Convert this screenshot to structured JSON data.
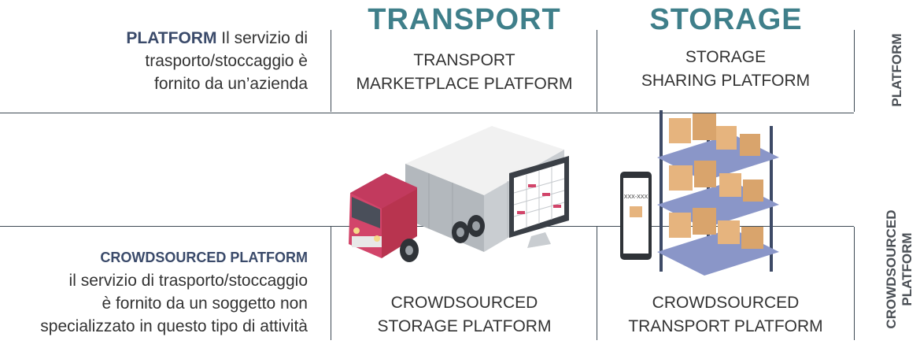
{
  "columns": {
    "transport_title": "TRANSPORT",
    "storage_title": "STORAGE"
  },
  "top_row": {
    "left_heading": "PLATFORM",
    "left_line1": "Il servizio di",
    "left_line2": "trasporto/stoccaggio è",
    "left_line3": "fornito da un’azienda",
    "transport_cell_line1": "TRANSPORT",
    "transport_cell_line2": "MARKETPLACE PLATFORM",
    "storage_cell_line1": "STORAGE",
    "storage_cell_line2": "SHARING PLATFORM",
    "row_label": "PLATFORM"
  },
  "bottom_row": {
    "left_heading": "CROWDSOURCED PLATFORM",
    "left_line1": "il servizio di trasporto/stoccaggio",
    "left_line2": "è fornito da un soggetto non",
    "left_line3": "specializzato in questo tipo di attività",
    "transport_cell_line1": "CROWDSOURCED",
    "transport_cell_line2": "STORAGE PLATFORM",
    "storage_cell_line1": "CROWDSOURCED",
    "storage_cell_line2": "TRANSPORT PLATFORM",
    "row_label_line1": "CROWDSOURCED",
    "row_label_line2": "PLATFORM"
  },
  "phone_screen_text": "XXX-XXX",
  "colors": {
    "column_title": "#3f7f8a",
    "heading": "#3a4a6a",
    "truck_cab": "#d2456a",
    "shelf_frame": "#3d4a66",
    "shelf_board": "#8a96c8",
    "box": "#e6b47e",
    "gridline": "#3e4a55"
  }
}
